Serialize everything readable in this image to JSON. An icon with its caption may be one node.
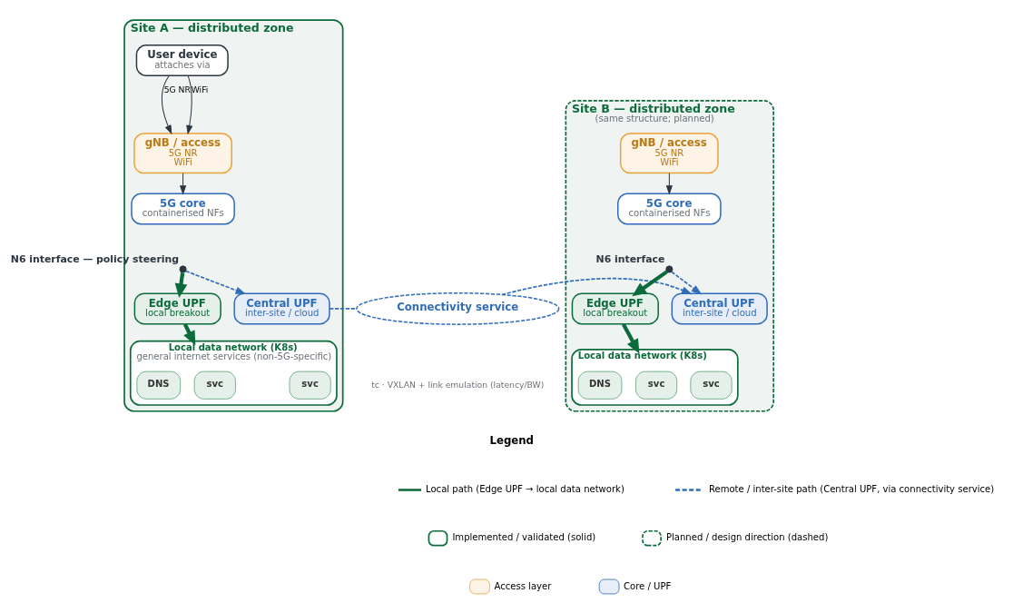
{
  "diagram": {
    "nodes": [
      {
        "text": [
          "Site A — distributed zone"
        ]
      },
      {
        "text": [
          "User device",
          "attaches via"
        ],
        "in": 0
      },
      {
        "text": [
          "gNB / access",
          "5G NR",
          "WiFi"
        ],
        "in": 0
      },
      {
        "text": [
          "5G core",
          "containerised NFs"
        ],
        "in": 0
      },
      {
        "text": [],
        "shape": "circle",
        "beside": [
          "N6 interface — policy steering"
        ],
        "in": 0
      },
      {
        "text": [
          "Edge UPF",
          "local breakout"
        ],
        "in": 0
      },
      {
        "text": [
          "Central UPF",
          "inter-site / cloud"
        ],
        "in": 0
      },
      {
        "text": [
          "Local data network (K8s)",
          "general internet services (non-5G-specific)"
        ],
        "in": 0
      },
      {
        "text": [
          "svc"
        ],
        "in": 7
      },
      {
        "text": [
          "svc"
        ],
        "in": 7
      },
      {
        "text": [
          "DNS"
        ],
        "in": 7
      },
      {
        "text": [
          "Connectivity service"
        ]
      },
      {
        "text": [
          "Site B — distributed zone",
          "(same structure; planned)"
        ]
      },
      {
        "text": [
          "gNB / access",
          "5G NR",
          "WiFi"
        ],
        "in": 12
      },
      {
        "text": [
          "5G core",
          "containerised NFs"
        ],
        "in": 12
      },
      {
        "text": [],
        "shape": "circle",
        "beside": [
          "N6 interface"
        ],
        "in": 12
      },
      {
        "text": [
          "Edge UPF",
          "local breakout"
        ],
        "in": 12
      },
      {
        "text": [
          "Central UPF",
          "inter-site / cloud"
        ],
        "in": 12
      },
      {
        "text": [
          "Local data network (K8s)"
        ],
        "in": 12
      },
      {
        "text": [
          "svc"
        ],
        "in": 18
      },
      {
        "text": [
          "svc"
        ],
        "in": 18
      },
      {
        "text": [
          "DNS"
        ],
        "in": 18
      }
    ],
    "edges": [
      {
        "from": 1,
        "to": 2,
        "arrow": "to",
        "label": "5G NR"
      },
      {
        "from": 1,
        "to": 2,
        "arrow": "to",
        "label": "WiFi"
      },
      {
        "from": 2,
        "to": 3,
        "arrow": "to"
      },
      {
        "from": 4,
        "to": 5,
        "arrow": "to",
        "style": "thick",
        "color": "#0b6b3a"
      },
      {
        "from": 4,
        "to": 6,
        "arrow": "to",
        "style": "dashed",
        "color": "#2f6dba"
      },
      {
        "from": 5,
        "to": 7,
        "arrow": "to",
        "style": "thick",
        "color": "#0b6b3a"
      },
      {
        "from": 6,
        "to": 11,
        "arrow": "none",
        "style": "dashed",
        "color": "#2f6dba"
      },
      {
        "from": 11,
        "to": 17,
        "arrow": "to",
        "style": "dashed",
        "color": "#2f6dba"
      },
      {
        "from": 13,
        "to": 14,
        "arrow": "to"
      },
      {
        "from": 15,
        "to": 16,
        "arrow": "to",
        "style": "thick",
        "color": "#0b6b3a"
      },
      {
        "from": 15,
        "to": 17,
        "arrow": "to",
        "style": "dashed",
        "color": "#2f6dba"
      },
      {
        "from": 16,
        "to": 18,
        "arrow": "to",
        "style": "thick",
        "color": "#0b6b3a"
      }
    ],
    "labels": [
      "tc · VXLAN + link emulation (latency/BW)",
      "Legend"
    ],
    "legend": [
      {
        "text": "Local path (Edge UPF → local data network)"
      },
      {
        "text": "Remote / inter-site path (Central UPF, via connectivity service)"
      },
      {
        "text": "Implemented / validated (solid)"
      },
      {
        "text": "Planned / design direction (dashed)"
      },
      {
        "text": "Access layer",
        "color": "#fdf3e6"
      },
      {
        "text": "Core / UPF",
        "color": "#e8eef8"
      }
    ]
  }
}
